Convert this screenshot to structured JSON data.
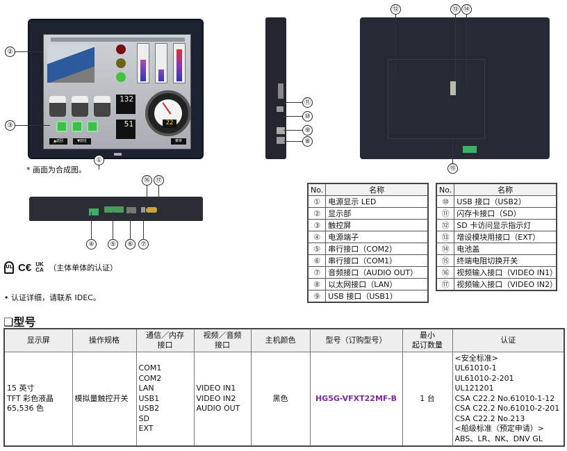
{
  "front_view": {
    "note": "* 画面为合成图。",
    "screen": {
      "readout1": "132",
      "readout2": "51",
      "dial_readout": "22",
      "nav_up": "▲返回",
      "nav_down": "▼前往",
      "nav_right": "菜单"
    },
    "callouts": [
      "①",
      "②",
      "③"
    ]
  },
  "bottom_view": {
    "callouts": [
      "④",
      "⑤",
      "⑥",
      "⑦",
      "⑯",
      "⑰"
    ]
  },
  "side_view": {
    "callouts": [
      "⑪",
      "⑩",
      "⑨",
      "⑧"
    ]
  },
  "back_view": {
    "callouts": [
      "⑫",
      "⑬",
      "⑭",
      "⑮"
    ]
  },
  "certifications": {
    "marks": [
      "UL",
      "CE",
      "UKCA"
    ],
    "caption": "（主体单体的认证）",
    "note": "• 认证详细，请联系 IDEC。"
  },
  "parts_table_1": {
    "headers": [
      "No.",
      "名称"
    ],
    "rows": [
      [
        "①",
        "电源显示 LED"
      ],
      [
        "②",
        "显示部"
      ],
      [
        "③",
        "触控屏"
      ],
      [
        "④",
        "电源端子"
      ],
      [
        "⑤",
        "串行接口（COM2）"
      ],
      [
        "⑥",
        "串行接口（COM1）"
      ],
      [
        "⑦",
        "音频接口（AUDIO OUT）"
      ],
      [
        "⑧",
        "以太网接口（LAN）"
      ],
      [
        "⑨",
        "USB 接口（USB1）"
      ]
    ]
  },
  "parts_table_2": {
    "headers": [
      "No.",
      "名称"
    ],
    "rows": [
      [
        "⑩",
        "USB 接口（USB2）"
      ],
      [
        "⑪",
        "闪存卡接口（SD）"
      ],
      [
        "⑫",
        "SD 卡访问显示指示灯"
      ],
      [
        "⑬",
        "增设模块用接口（EXT）"
      ],
      [
        "⑭",
        "电池盖"
      ],
      [
        "⑮",
        "终端电阻切换开关"
      ],
      [
        "⑯",
        "视频输入接口（VIDEO IN1）"
      ],
      [
        "⑰",
        "视频输入接口（VIDEO IN2）"
      ]
    ]
  },
  "model_section": {
    "heading": "❑型号",
    "headers": [
      "显示屏",
      "操作规格",
      "通信／内存\n接口",
      "视频／音频\n接口",
      "主机颜色",
      "型号（订购型号）",
      "最小\n起订数量",
      "认证"
    ],
    "row": {
      "display": "15 英寸\nTFT 彩色液晶\n65,536 色",
      "operation": "模拟量触控开关",
      "comm": "COM1\nCOM2\nLAN\nUSB1\nUSB2\nSD\nEXT",
      "video_audio": "VIDEO IN1\nVIDEO IN2\nAUDIO OUT",
      "color": "黑色",
      "part_number": "HG5G-VFXT22MF-B",
      "min_order": "1 台",
      "certs": "<安全标准>\nUL61010-1\nUL61010-2-201\nUL121201\nCSA C22.2 No.61010-1-12\nCSA C22.2 No.61010-2-201\nCSA C22.2 No.213\n<船级标准（预定申请）>\nABS、LR、NK、DNV GL"
    }
  },
  "colors": {
    "part_number": "#7b2a9a",
    "bezel": "#1d2230"
  }
}
